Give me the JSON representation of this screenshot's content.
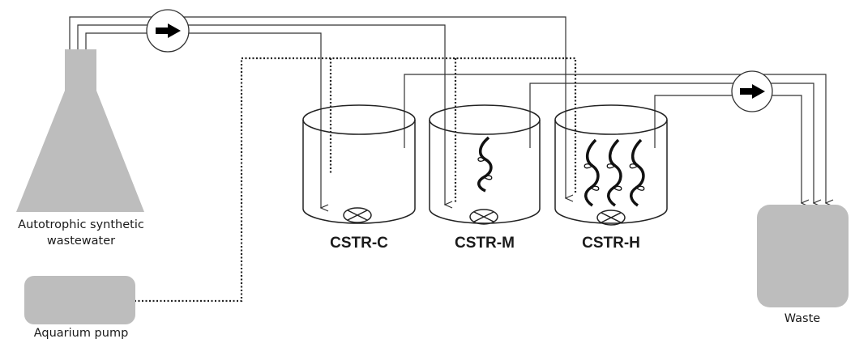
{
  "components": {
    "feed_flask": {
      "label_line1": "Autotrophic synthetic",
      "label_line2": "wastewater",
      "fill_color": "#bdbdbd"
    },
    "air_pump": {
      "label": "Aquarium pump",
      "fill_color": "#bdbdbd"
    },
    "waste_tank": {
      "label": "Waste",
      "fill_color": "#bdbdbd"
    },
    "reactors": [
      {
        "label": "CSTR-C",
        "biofilm_carriers": 0
      },
      {
        "label": "CSTR-M",
        "biofilm_carriers": 1
      },
      {
        "label": "CSTR-H",
        "biofilm_carriers": 3
      }
    ],
    "influent_pump": {
      "icon": "arrow-right-icon"
    },
    "effluent_pump": {
      "icon": "arrow-right-icon"
    }
  },
  "colors": {
    "line": "#333333",
    "stroke": "#222222",
    "gray_fill": "#bdbdbd"
  }
}
